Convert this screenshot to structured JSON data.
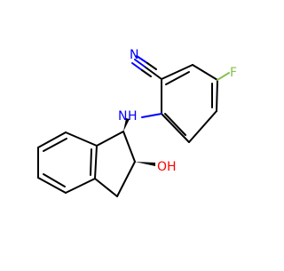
{
  "molecule": {
    "atom_labels": {
      "nitrile_n": "N",
      "amine_n": "N",
      "amine_h": "H",
      "fluorine": "F",
      "hydroxyl_oh": "OH"
    },
    "colors": {
      "carbon_bond": "#000000",
      "nitrogen": "#0000ff",
      "oxygen": "#ff0000",
      "fluorine": "#88c050"
    }
  }
}
